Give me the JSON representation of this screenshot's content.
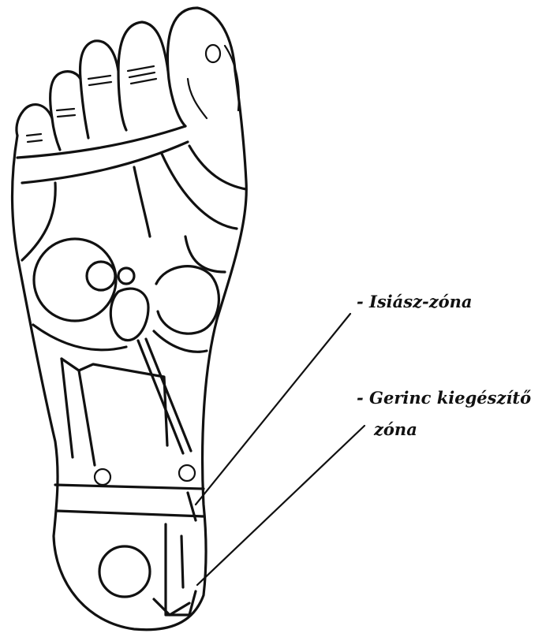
{
  "labels": {
    "isiasz": "- Isiász-zóna",
    "gerinc_line1": "- Gerinc kiegészítő",
    "gerinc_line2": "zóna"
  }
}
